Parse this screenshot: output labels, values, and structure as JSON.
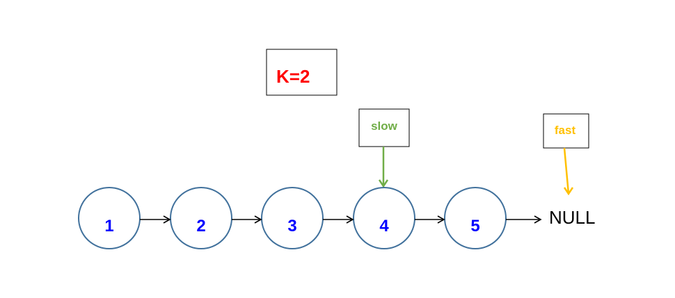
{
  "diagram": {
    "nodes": [
      "1",
      "2",
      "3",
      "4",
      "5"
    ],
    "terminal": "NULL",
    "k_box": {
      "text": "K=2"
    },
    "pointers": {
      "slow": {
        "label": "slow",
        "target_index": 3
      },
      "fast": {
        "label": "fast",
        "target": "NULL"
      }
    }
  },
  "colors": {
    "node_border": "#41719c",
    "node_text": "#0000ff",
    "k_text": "#ff0000",
    "slow": "#70ad47",
    "fast": "#ffc000",
    "arrow": "#000000",
    "box_border": "#000000"
  }
}
